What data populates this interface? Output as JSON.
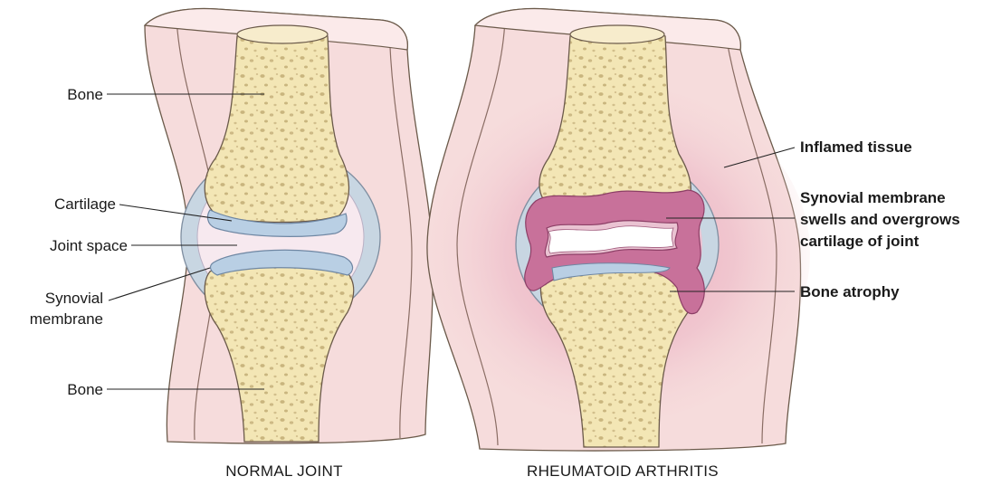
{
  "normal_joint": {
    "caption": "NORMAL JOINT",
    "labels": {
      "bone_top": "Bone",
      "cartilage": "Cartilage",
      "joint_space": "Joint space",
      "synovial_line1": "Synovial",
      "synovial_line2": "membrane",
      "bone_bottom": "Bone"
    }
  },
  "rheumatoid_arthritis": {
    "caption": "RHEUMATOID ARTHRITIS",
    "labels": {
      "inflamed_tissue": "Inflamed tissue",
      "synovial_line1": "Synovial membrane",
      "synovial_line2": "swells and overgrows",
      "synovial_line3": "cartilage of joint",
      "bone_atrophy": "Bone atrophy"
    }
  },
  "colors": {
    "bone": "#f3e6b5",
    "bone_pore": "#c9b57e",
    "cartilage": "#b9cfe4",
    "tissue": "#f6dcdc",
    "synovial_capsule": "#c8d6e2",
    "inflamed_synovium": "#c8719a",
    "inflammation_glow": "#e6a6b8"
  }
}
